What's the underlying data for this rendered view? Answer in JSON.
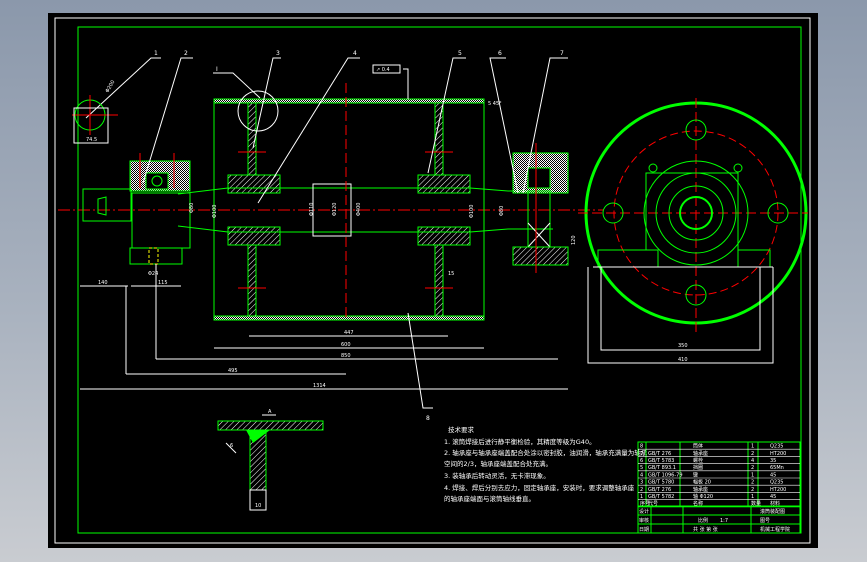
{
  "drawing": {
    "type": "CAD assembly drawing",
    "subject": "Drum roller assembly (front section + side view)",
    "colors": {
      "background_canvas": "#000000",
      "outline": "#00ff00",
      "annotation": "#ffffff",
      "centerline": "#ff0000",
      "hidden": "#ffff00"
    },
    "balloons": [
      "1",
      "2",
      "3",
      "4",
      "5",
      "6",
      "7",
      "8"
    ],
    "detail_label": "I",
    "surface_note": "5 45°",
    "roughness_box": "↗ 0.4",
    "dimensions": {
      "overall": "1314",
      "left_to_center": "495",
      "bearing_span": "850",
      "drum_length": "600",
      "inner_span": "447",
      "left_shaft": "140",
      "coupling": "115",
      "side_height": "120",
      "side_inner_width": "350",
      "side_outer_width": "410",
      "shaft_dias": [
        "Φ80",
        "Φ100",
        "Φ110",
        "Φ120",
        "Φ400",
        "Φ100",
        "Φ80"
      ],
      "weld_size": "6",
      "plate_thickness": "10",
      "small_chamfer": "15",
      "keyway": "Φ24",
      "top_left_angle": "Φ200",
      "top_left_width": "74.5",
      "section_label": "A"
    },
    "tech_requirements": {
      "title": "技术要求",
      "items": [
        "1. 滚筒焊接后进行静平衡检验，其精度等级为G40。",
        "2. 轴承座与轴承座端盖配合处涂以密封胶，油润滑，轴承充满量为轴承",
        "   空间的2/3，轴承座端盖配合处充满。",
        "3. 装轴承后转动灵活，无卡滞现象。",
        "4. 焊接、焊后分别去应力，固定轴承座，安装时，要求调整轴承座",
        "   的轴承座端面与滚筒轴线垂直。"
      ]
    },
    "parts_list": {
      "rows": [
        [
          "8",
          "",
          "筒体",
          "1",
          "Q235"
        ],
        [
          "7",
          "GB/T 276",
          "轴承座",
          "2",
          "HT200"
        ],
        [
          "6",
          "GB/T 5783",
          "螺栓",
          "4",
          "35"
        ],
        [
          "5",
          "GB/T 893.1",
          "挡圈",
          "2",
          "65Mn"
        ],
        [
          "4",
          "GB/T 1096-79",
          "键",
          "1",
          "45"
        ],
        [
          "3",
          "GB/T 5780",
          "幅板 20",
          "2",
          "Q235"
        ],
        [
          "2",
          "GB/T 276",
          "轴承座",
          "2",
          "HT200"
        ],
        [
          "1",
          "GB/T 5782",
          "轴 Φ120",
          "1",
          "45"
        ]
      ],
      "header": [
        "序号",
        "代号",
        "名称",
        "数量",
        "材料"
      ]
    },
    "title_block": {
      "title": "滚筒装配图",
      "scale_label": "比例",
      "scale": "1:7",
      "drawing_no": "图号",
      "school": "机械工程学院",
      "designer": "设计",
      "checker": "审核",
      "date": "日期",
      "sheet": "共 张 第 张"
    }
  }
}
